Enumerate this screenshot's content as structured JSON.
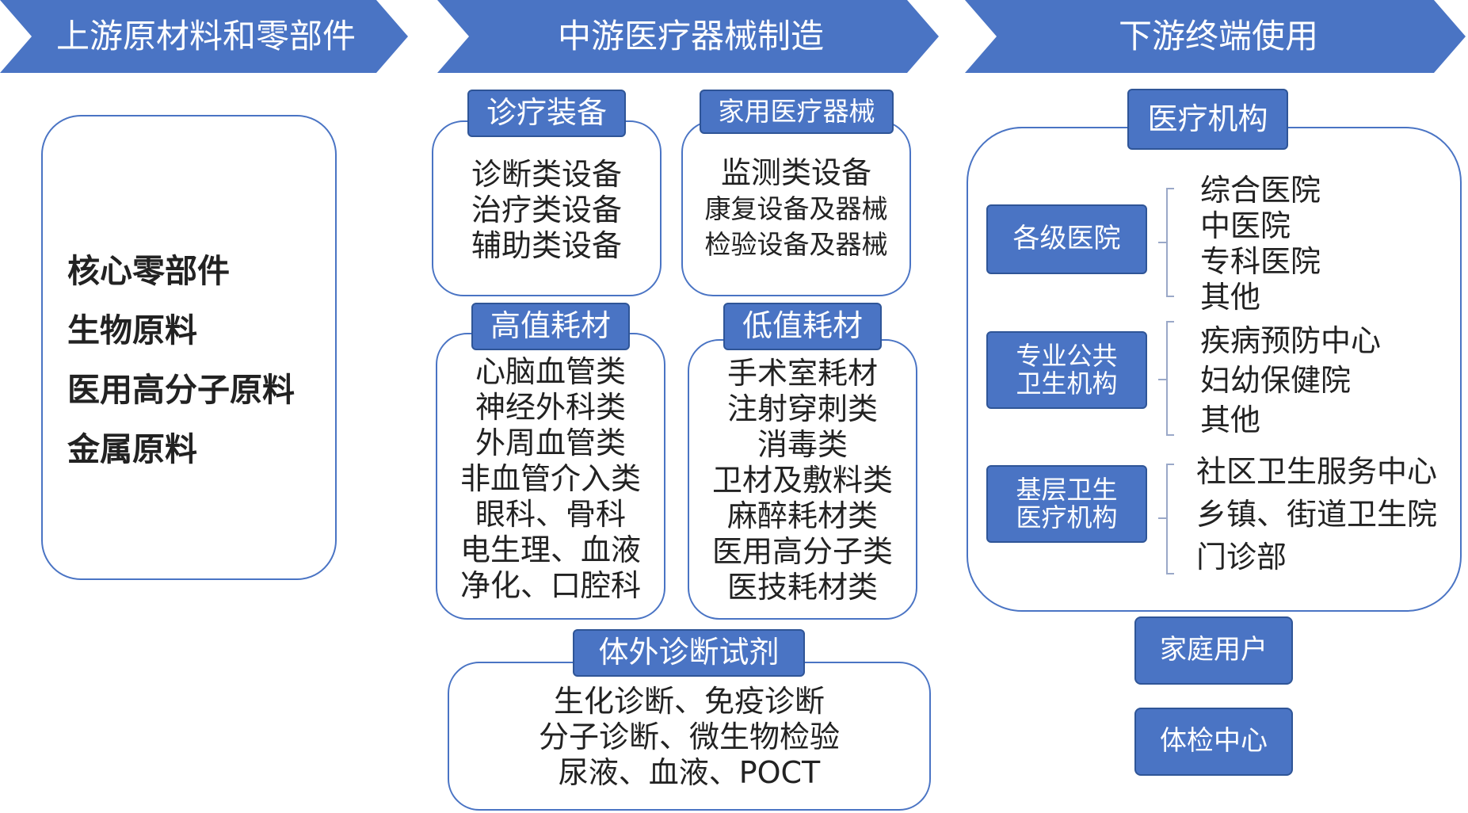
{
  "colors": {
    "accent": "#4a74c4",
    "accent_dark": "#2f5597",
    "text": "#222222"
  },
  "headers": {
    "upstream": "上游原材料和零部件",
    "midstream": "中游医疗器械制造",
    "downstream": "下游终端使用"
  },
  "upstream": {
    "items": [
      "核心零部件",
      "生物原料",
      "医用高分子原料",
      "金属原料"
    ]
  },
  "midstream": {
    "diagnosis_equipment": {
      "title": "诊疗装备",
      "items": [
        "诊断类设备",
        "治疗类设备",
        "辅助类设备"
      ]
    },
    "home_devices": {
      "title": "家用医疗器械",
      "items": [
        "监测类设备",
        "康复设备及器械",
        "检验设备及器械"
      ]
    },
    "high_value": {
      "title": "高值耗材",
      "items": [
        "心脑血管类",
        "神经外科类",
        "外周血管类",
        "非血管介入类",
        "眼科、骨科",
        "电生理、血液",
        "净化、口腔科"
      ]
    },
    "low_value": {
      "title": "低值耗材",
      "items": [
        "手术室耗材",
        "注射穿刺类",
        "消毒类",
        "卫材及敷料类",
        "麻醉耗材类",
        "医用高分子类",
        "医技耗材类"
      ]
    },
    "ivd": {
      "title": "体外诊断试剂",
      "items": [
        "生化诊断、免疫诊断",
        "分子诊断、微生物检验",
        "尿液、血液、POCT"
      ]
    }
  },
  "downstream": {
    "institutions_title": "医疗机构",
    "groups": [
      {
        "label": "各级医院",
        "items": [
          "综合医院",
          "中医院",
          "专科医院",
          "其他"
        ]
      },
      {
        "label": "专业公共卫生机构",
        "items": [
          "疾病预防中心",
          "妇幼保健院",
          "其他"
        ]
      },
      {
        "label": "基层卫生医疗机构",
        "items": [
          "社区卫生服务中心",
          "乡镇、街道卫生院",
          "门诊部"
        ]
      }
    ],
    "home_users": "家庭用户",
    "checkup_center": "体检中心"
  }
}
